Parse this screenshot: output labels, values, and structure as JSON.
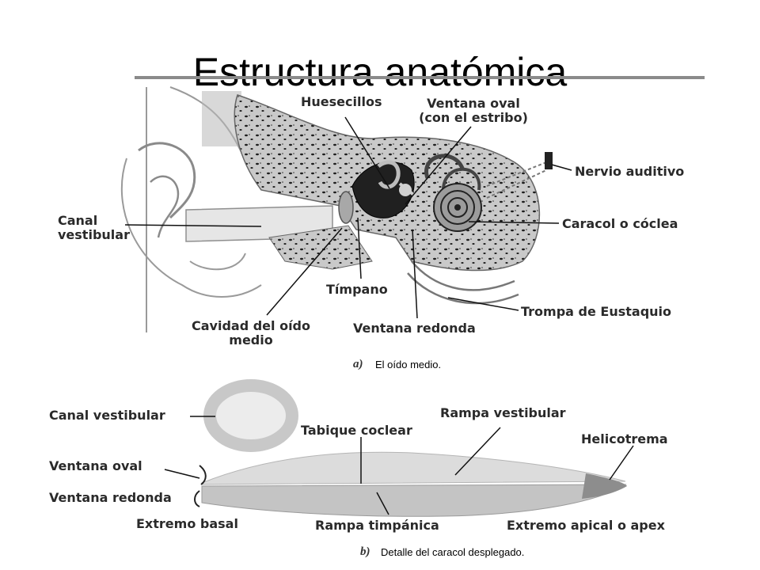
{
  "title": "Estructura anatómica",
  "figure_a": {
    "letter": "a)",
    "caption": "El oído medio.",
    "labels": {
      "huesecillos": "Huesecillos",
      "ventana_oval_1": "Ventana oval",
      "ventana_oval_2": "(con el estribo)",
      "nervio_auditivo": "Nervio auditivo",
      "canal_vestibular_1": "Canal",
      "canal_vestibular_2": "vestibular",
      "caracol": "Caracol o cóclea",
      "timpano": "Tímpano",
      "trompa": "Trompa de Eustaquio",
      "cavidad_1": "Cavidad del oído",
      "cavidad_2": "medio",
      "ventana_redonda": "Ventana redonda"
    }
  },
  "figure_b": {
    "letter": "b)",
    "caption": "Detalle del caracol desplegado.",
    "labels": {
      "canal_vestibular": "Canal vestibular",
      "tabique_coclear": "Tabique coclear",
      "rampa_vestibular": "Rampa vestibular",
      "helicotrema": "Helicotrema",
      "ventana_oval": "Ventana oval",
      "ventana_redonda": "Ventana redonda",
      "extremo_basal": "Extremo basal",
      "rampa_timpanica": "Rampa timpánica",
      "extremo_apical": "Extremo apical o apex"
    }
  }
}
